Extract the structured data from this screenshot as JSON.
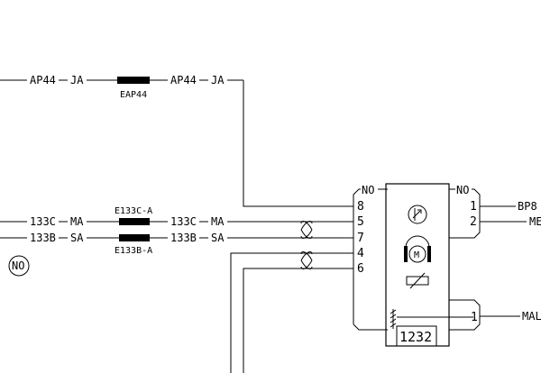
{
  "wires": {
    "ap44_left": "AP44",
    "ja_left": "JA",
    "ap44_right": "AP44",
    "ja_right": "JA",
    "c133_left": "133C",
    "ma_left": "MA",
    "c133_right": "133C",
    "ma_right": "MA",
    "b133_left": "133B",
    "sa_left": "SA",
    "b133_right": "133B",
    "sa_right": "SA",
    "bp8": "BP8",
    "me": "ME",
    "mal": "MAL"
  },
  "connectors": {
    "eap44": "EAP44",
    "e133c": "E133C-A",
    "e133b": "E133B-A"
  },
  "component": {
    "id": "1232",
    "no_left": "NO",
    "no_right": "NO",
    "motor_symbol": "M",
    "pins_left": [
      "8",
      "5",
      "7",
      "4",
      "6"
    ],
    "pins_right": [
      "1",
      "2"
    ],
    "pin_mal": "1"
  },
  "badge": "NO"
}
